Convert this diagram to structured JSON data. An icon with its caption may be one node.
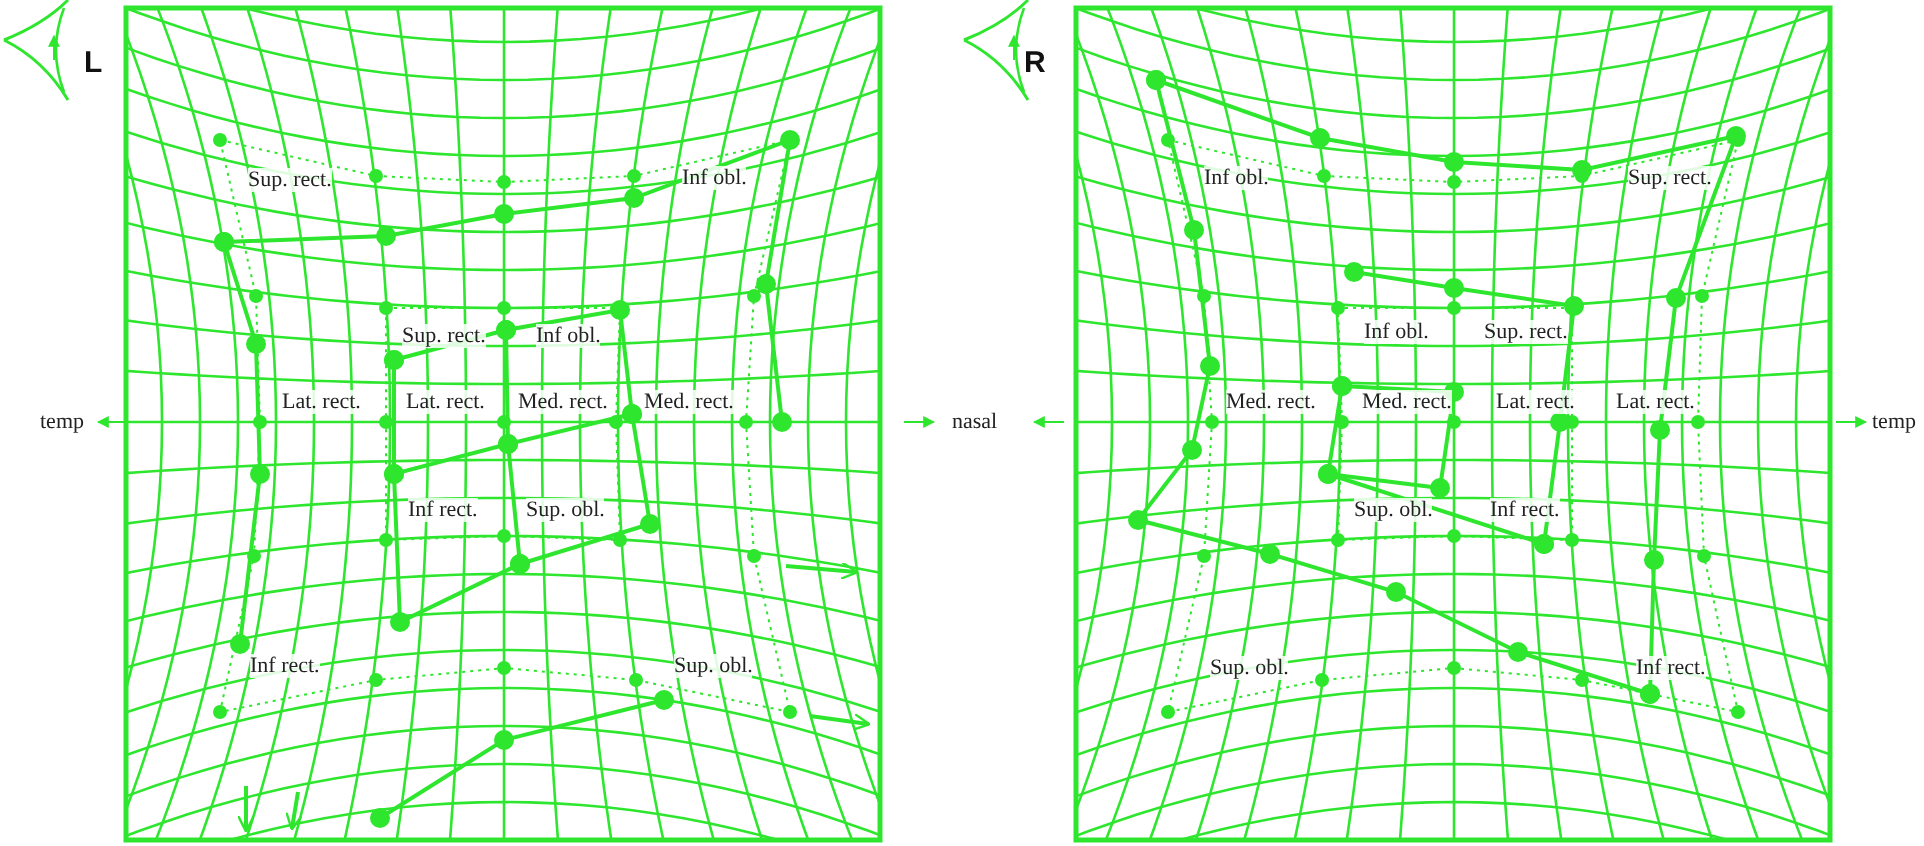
{
  "diagram": {
    "labels": [
      "L",
      "Sup. rect.",
      "Inf obl.",
      "Sup. rect.",
      "Inf obl.",
      "Lat. rect.",
      "Lat. rect.",
      "Med. rect.",
      "Med. rect.",
      "Inf rect.",
      "Sup. obl.",
      "Inf rect.",
      "Sup. obl.",
      "temp",
      "nasal",
      "R",
      "Inf obl.",
      "Sup. rect.",
      "Inf obl.",
      "Sup. rect.",
      "Med. rect.",
      "Med. rect.",
      "Lat. rect.",
      "Lat. rect.",
      "Sup. obl.",
      "Inf rect.",
      "Sup. obl.",
      "Inf rect.",
      "temp"
    ]
  }
}
